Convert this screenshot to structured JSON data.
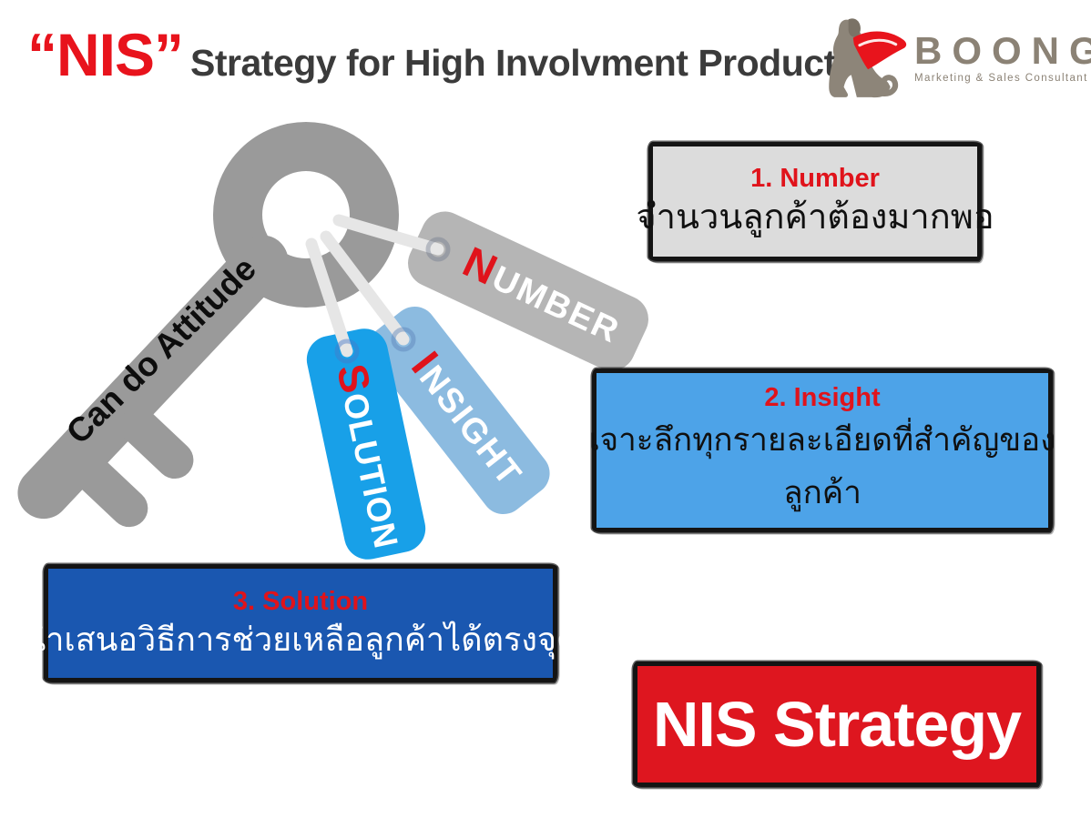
{
  "slide": {
    "title": {
      "highlight": "“NIS”",
      "rest": "Strategy for High Involvment Product"
    },
    "logo": {
      "brand": "BOONG",
      "tagline": "Marketing & Sales Consultant"
    },
    "key": {
      "label": "Can do Attitude"
    },
    "tags": [
      {
        "id": "number",
        "first": "N",
        "rest": "UMBER",
        "color": "#b5b5b5"
      },
      {
        "id": "insight",
        "first": "I",
        "rest": "NSIGHT",
        "color": "#8cbbe0"
      },
      {
        "id": "solution",
        "first": "S",
        "rest": "OLUTION",
        "color": "#18a0e8"
      }
    ],
    "boxes": [
      {
        "id": "number",
        "title": "1. Number",
        "lines": [
          "จำนวนลูกค้าต้องมากพอ"
        ],
        "bg": "#dcdcdc",
        "text_color": "#101010"
      },
      {
        "id": "insight",
        "title": "2. Insight",
        "lines": [
          "เจาะลึกทุกรายละเอียดที่สำคัญของ",
          "ลูกค้า"
        ],
        "bg": "#4da3e8",
        "text_color": "#101010"
      },
      {
        "id": "solution",
        "title": "3. Solution",
        "lines": [
          "นำเสนอวิธีการช่วยเหลือลูกค้าได้ตรงจุด"
        ],
        "bg": "#1a57b0",
        "text_color": "#ffffff"
      }
    ],
    "badge": {
      "label": "NIS Strategy",
      "bg": "#de161f",
      "text_color": "#ffffff"
    },
    "colors": {
      "accent_red": "#e8131c",
      "title_dark": "#3b3b3b",
      "key_gray": "#9a9a9a",
      "string_gray": "#e6e6e6",
      "logo_gray": "#8b8275",
      "cape_red": "#e8141c"
    }
  }
}
